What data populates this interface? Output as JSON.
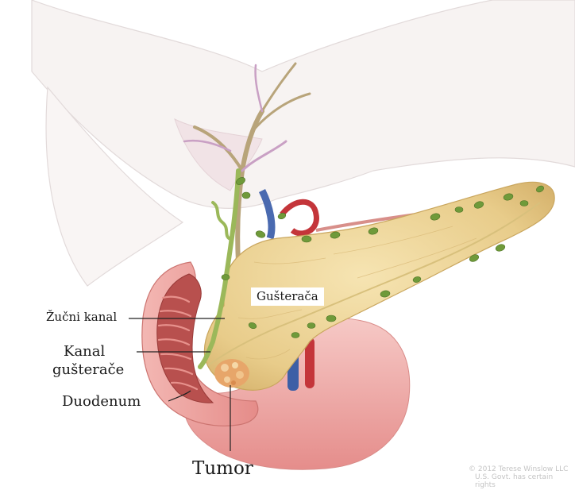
{
  "labels": {
    "pancreas": "Gušterača",
    "bile_duct": "Žučni kanal",
    "pancreatic_duct_line1": "Kanal",
    "pancreatic_duct_line2": "gušterače",
    "duodenum": "Duodenum",
    "tumor": "Tumor"
  },
  "credit": {
    "line1": "© 2012 Terese Winslow LLC",
    "line2": "U.S. Govt. has certain rights"
  },
  "colors": {
    "pancreas": "#e9cf8f",
    "duodenum_outer": "#e89a96",
    "duodenum_inner": "#b8504e",
    "lymph_node": "#6f9a3a",
    "vein": "#3d5fa6",
    "artery": "#c4353a",
    "bile_duct": "#9bb85a",
    "liver_outline": "#d9d9d9"
  }
}
